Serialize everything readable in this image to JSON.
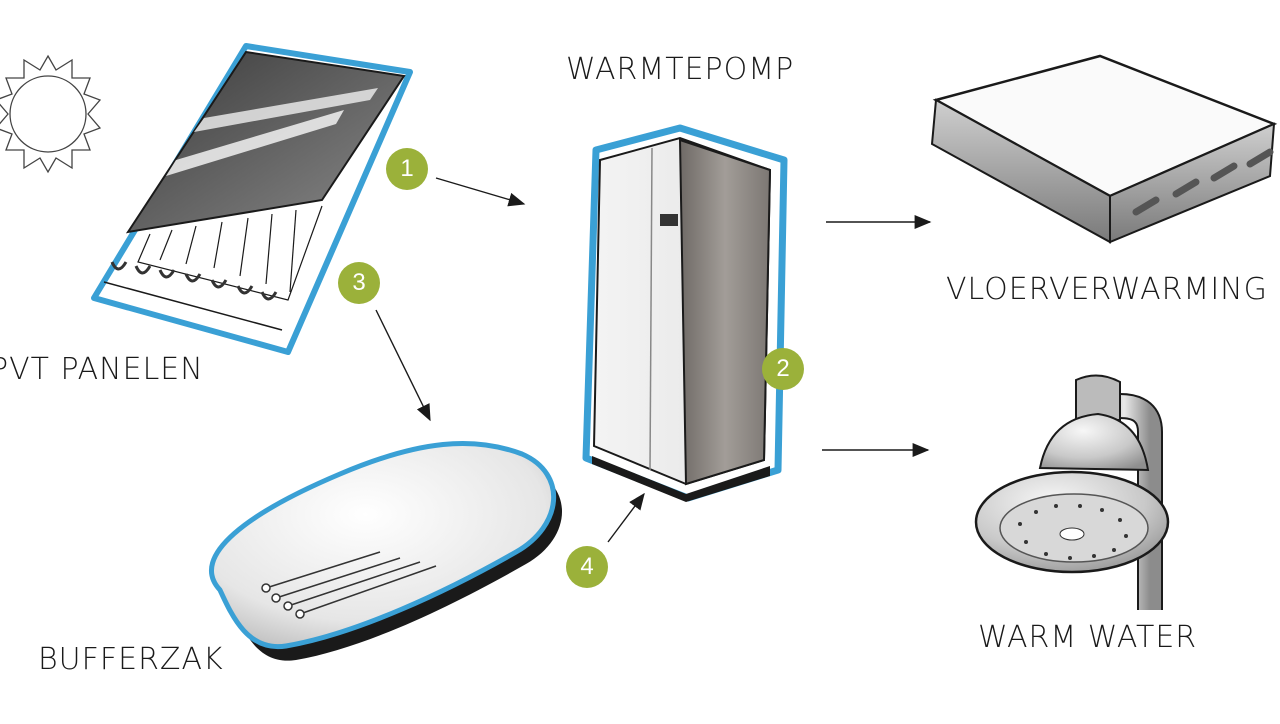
{
  "labels": {
    "heat_pump": "WARMTEPOMP",
    "pvt_panels": "PVT PANELEN",
    "floor_heating": "VLOERVERWARMING",
    "buffer": "BUFFERZAK",
    "warm_water": "WARM WATER"
  },
  "steps": [
    "1",
    "2",
    "3",
    "4"
  ],
  "colors": {
    "outline": "#3aa0d5",
    "badge": "#9bb13a",
    "ink": "#1a1a1a"
  },
  "icons": [
    "sun-icon",
    "pvt-panel-icon",
    "heat-pump-icon",
    "floor-heating-icon",
    "buffer-bag-icon",
    "shower-head-icon"
  ]
}
